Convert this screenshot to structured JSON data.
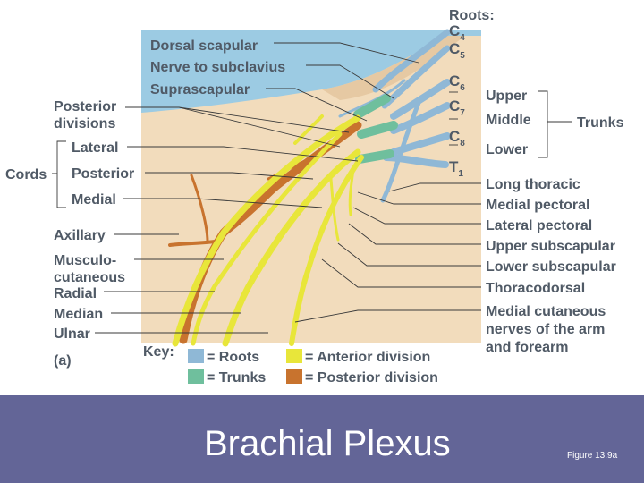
{
  "roots": {
    "heading": "Roots:",
    "items": [
      {
        "letter": "C",
        "sub": "4"
      },
      {
        "letter": "C",
        "sub": "5"
      },
      {
        "letter": "C",
        "sub": "6"
      },
      {
        "letter": "C",
        "sub": "7"
      },
      {
        "letter": "C",
        "sub": "8"
      },
      {
        "letter": "T",
        "sub": "1"
      }
    ]
  },
  "trunks": {
    "group_label": "Trunks",
    "items": [
      "Upper",
      "Middle",
      "Lower"
    ]
  },
  "cords": {
    "group_label": "Cords",
    "items": [
      "Lateral",
      "Posterior",
      "Medial"
    ]
  },
  "left_labels": {
    "posterior_divisions": [
      "Posterior",
      "divisions"
    ],
    "axillary": "Axillary",
    "musculocutaneous": [
      "Musculo-",
      "cutaneous"
    ],
    "radial": "Radial",
    "median": "Median",
    "ulnar": "Ulnar",
    "panel": "(a)"
  },
  "top_labels": {
    "dorsal_scapular": "Dorsal scapular",
    "nerve_to_subclavius": "Nerve to subclavius",
    "suprascapular": "Suprascapular"
  },
  "right_labels": {
    "long_thoracic": "Long thoracic",
    "medial_pectoral": "Medial pectoral",
    "lateral_pectoral": "Lateral pectoral",
    "upper_subscapular": "Upper subscapular",
    "lower_subscapular": "Lower subscapular",
    "thoracodorsal": "Thoracodorsal",
    "medial_cutaneous": [
      "Medial cutaneous",
      "nerves of the arm",
      "and forearm"
    ]
  },
  "key": {
    "title": "Key:",
    "items": [
      {
        "label": "= Roots",
        "color": "#8fb8d6"
      },
      {
        "label": "= Trunks",
        "color": "#6fbf9d"
      },
      {
        "label": "= Anterior division",
        "color": "#e8e63a"
      },
      {
        "label": "= Posterior division",
        "color": "#c8732e"
      }
    ]
  },
  "colors": {
    "background_panel": "#9ccbe3",
    "skin": "#f2dcbc",
    "footer": "#636597"
  },
  "footer": {
    "title": "Brachial Plexus",
    "caption": "Figure 13.9a"
  }
}
